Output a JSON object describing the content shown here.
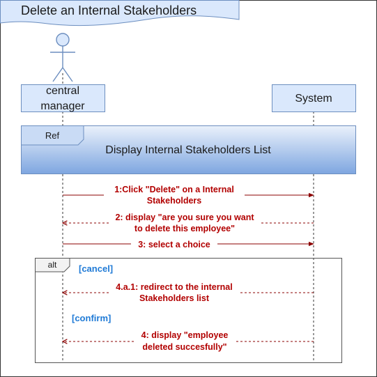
{
  "diagram": {
    "title": "Delete an Internal Stakeholders",
    "lifelines": [
      {
        "name_lines": [
          "central",
          "manager"
        ],
        "kind": "actor"
      },
      {
        "name_lines": [
          "System"
        ],
        "kind": "object"
      }
    ],
    "ref": {
      "tag": "Ref",
      "label": "Display Internal Stakeholders List"
    },
    "messages": [
      {
        "lines": [
          "1:Click \"Delete\" on a Internal",
          "Stakeholders"
        ],
        "direction": "to-system",
        "style": "solid"
      },
      {
        "lines": [
          "2: display \"are you sure you want",
          "to delete this employee\""
        ],
        "direction": "to-actor",
        "style": "dashed"
      },
      {
        "lines": [
          "3: select a choice"
        ],
        "direction": "to-system",
        "style": "solid"
      }
    ],
    "alt": {
      "tag": "alt",
      "operands": [
        {
          "guard": "[cancel]",
          "message": {
            "lines": [
              "4.a.1: redirect to the internal",
              "Stakeholders list"
            ],
            "direction": "to-actor",
            "style": "dashed"
          }
        },
        {
          "guard": "[confirm]",
          "message": {
            "lines": [
              "4: display \"employee",
              "deleted succesfully\""
            ],
            "direction": "to-actor",
            "style": "dashed"
          }
        }
      ]
    },
    "colors": {
      "box_fill": "#dae8fc",
      "box_stroke": "#6c8ebf",
      "message": "#8b0000",
      "message_text": "#b20000",
      "guard_text": "#1f7ad6",
      "frame": "#555555"
    }
  }
}
